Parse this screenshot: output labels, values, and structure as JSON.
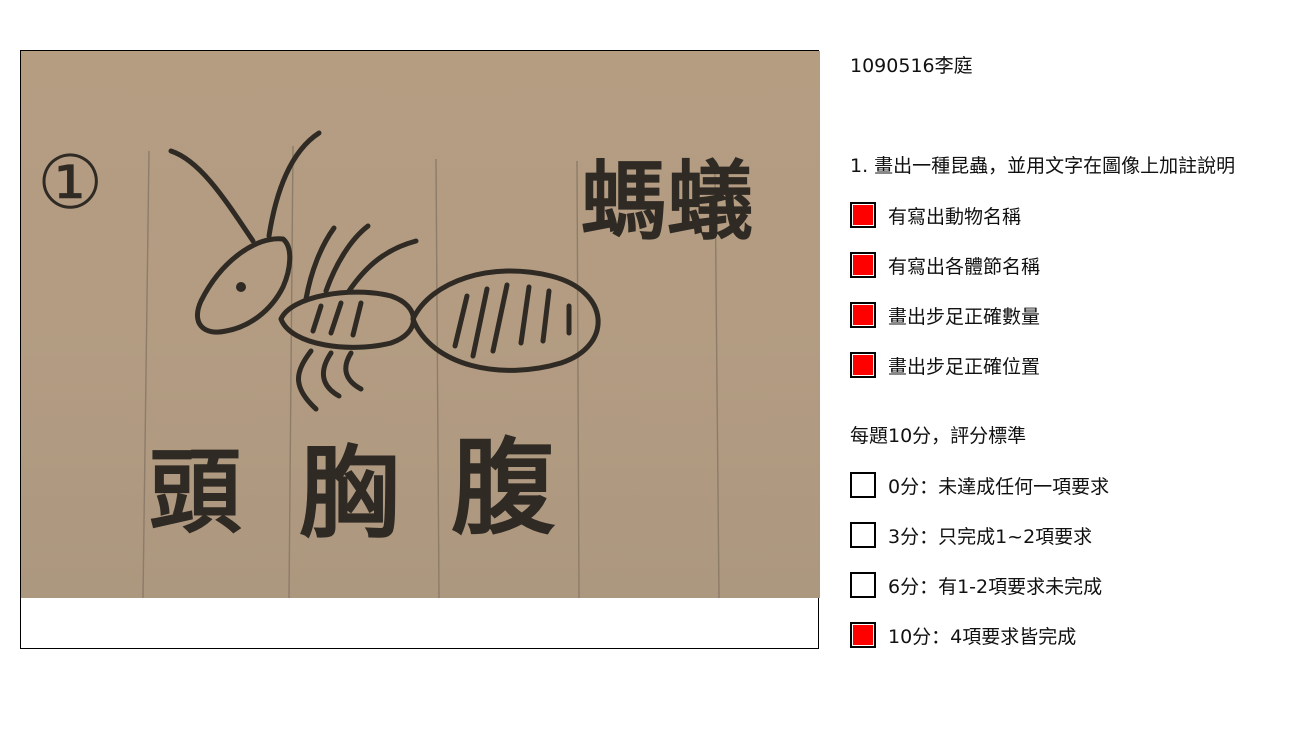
{
  "photo": {
    "question_number": "①",
    "insect_name": "螞蟻",
    "labels": [
      "頭",
      "胸",
      "腹"
    ]
  },
  "student": {
    "title": "1090516李庭"
  },
  "question": {
    "text": "1. 畫出一種昆蟲，並用文字在圖像上加註說明"
  },
  "criteria": [
    {
      "label": "有寫出動物名稱",
      "checked": true
    },
    {
      "label": "有寫出各體節名稱",
      "checked": true
    },
    {
      "label": "畫出步足正確數量",
      "checked": true
    },
    {
      "label": "畫出步足正確位置",
      "checked": true
    }
  ],
  "scoring": {
    "heading": "每題10分，評分標準",
    "options": [
      {
        "label": "0分：未達成任何一項要求",
        "checked": false
      },
      {
        "label": "3分：只完成1~2項要求",
        "checked": false
      },
      {
        "label": "6分：有1-2項要求未完成",
        "checked": false
      },
      {
        "label": "10分：4項要求皆完成",
        "checked": true
      }
    ]
  },
  "colors": {
    "check_fill": "#ff0000",
    "paper": "#b39c82",
    "ink": "#2f2a24"
  }
}
